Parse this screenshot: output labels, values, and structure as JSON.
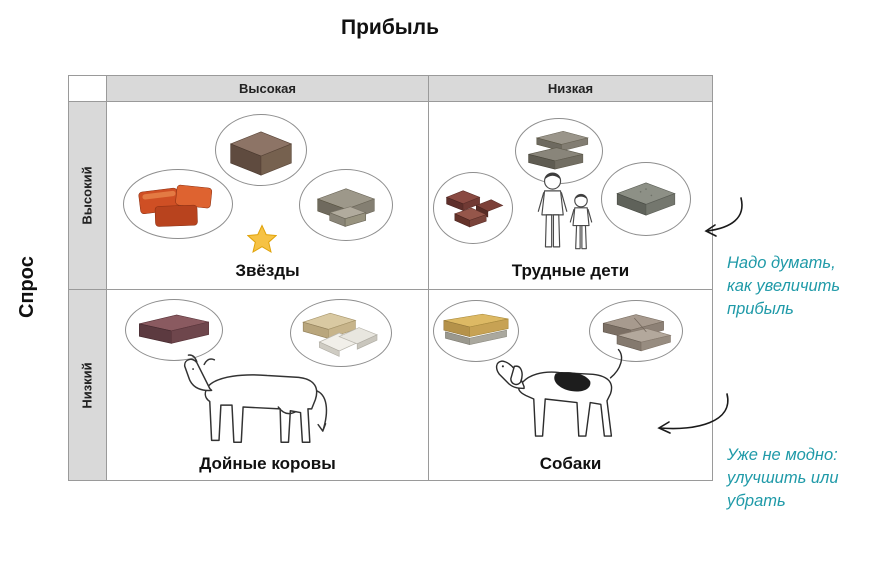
{
  "title": "Прибыль",
  "y_axis_label": "Спрос",
  "matrix": {
    "col_headers": [
      "Высокая",
      "Низкая"
    ],
    "row_headers": [
      "Высокий",
      "Низкий"
    ],
    "quadrants": {
      "stars": "Звёзды",
      "problem_children": "Трудные дети",
      "cash_cows": "Дойные коровы",
      "dogs": "Собаки"
    }
  },
  "annotations": {
    "increase_profit": "Надо думать,\nкак увеличить\nприбыль",
    "out_of_fashion": "Уже не модно:\nулучшить или\nубрать"
  },
  "colors": {
    "annotation": "#1f9aa8",
    "header_bg": "#d9d9d9"
  }
}
